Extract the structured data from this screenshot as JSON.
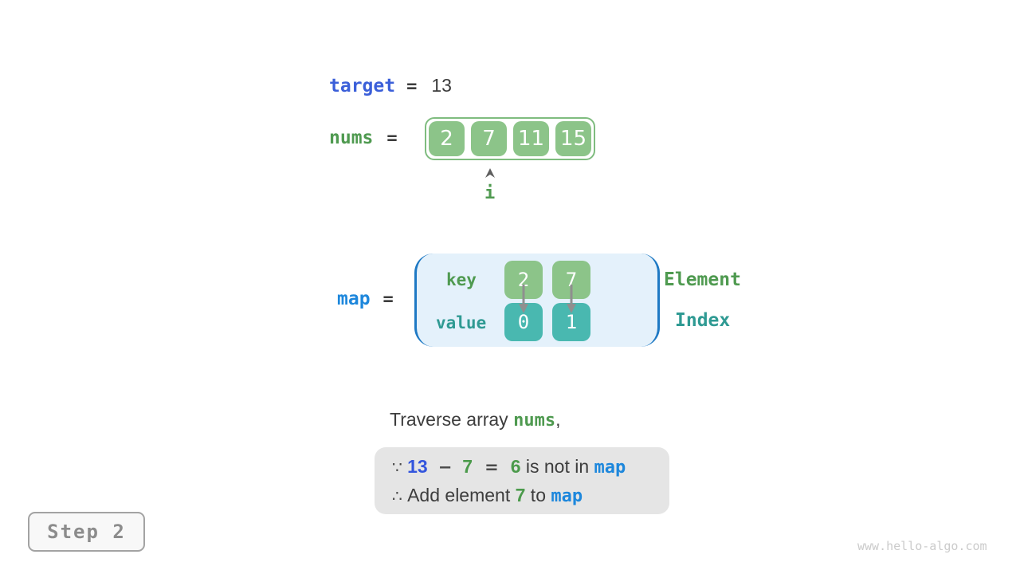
{
  "colors": {
    "green_box": "#8cc489",
    "green_border": "#7fbc7f",
    "teal_box": "#49b8b0",
    "green_text": "#4f9a50",
    "teal_text": "#2f9a93",
    "indigo_text": "#3b5fd9",
    "bright_blue_text": "#1d87dc",
    "dark_text": "#3d3d3d",
    "map_background": "#e4f1fb",
    "map_bracket": "#1e79c4",
    "note_background": "#e5e5e5"
  },
  "target_line": {
    "label": "target",
    "equals": "=",
    "value": "13"
  },
  "nums_line": {
    "label": "nums",
    "equals": "="
  },
  "nums_array": {
    "values": [
      "2",
      "7",
      "11",
      "15"
    ],
    "pointer_label": "i",
    "pointer_index": 1
  },
  "map_line": {
    "label": "map",
    "equals": "="
  },
  "map_table": {
    "key_label": "key",
    "value_label": "value",
    "entries": [
      {
        "key": "2",
        "value": "0"
      },
      {
        "key": "7",
        "value": "1"
      }
    ]
  },
  "legend": {
    "key_meaning": "Element",
    "value_meaning": "Index"
  },
  "caption": {
    "prefix": "Traverse array ",
    "array_name": "nums",
    "suffix": ","
  },
  "note": {
    "line1": {
      "because_symbol": "∵ ",
      "minuend": "13",
      "minus_sign": "−",
      "subtrahend": "7",
      "equals_sign": "=",
      "difference": "6",
      "text": " is not in ",
      "map_name": "map"
    },
    "line2": {
      "therefore_symbol": "∴ ",
      "text_before": "Add element ",
      "element": "7",
      "text_after": " to ",
      "map_name": "map"
    }
  },
  "step_badge": {
    "label": "Step 2"
  },
  "watermark": {
    "text": "www.hello-algo.com"
  }
}
